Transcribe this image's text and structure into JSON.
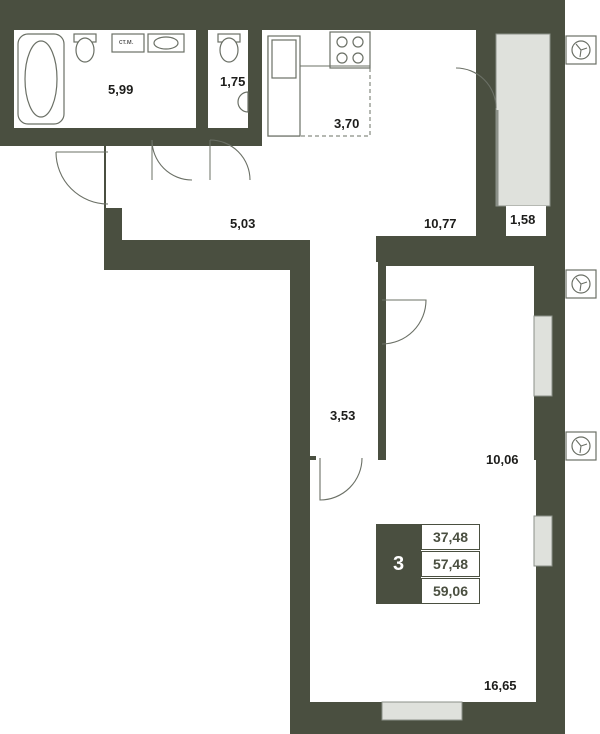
{
  "plan": {
    "areas": {
      "bathroom": "5,99",
      "toilet": "1,75",
      "kitchen": "3,70",
      "living": "10,77",
      "hall": "5,03",
      "balcony": "1,58",
      "bedroom": "10,06",
      "corridor": "3,53",
      "room_large": "16,65"
    },
    "fixture_label": "ст.м."
  },
  "badge": {
    "rooms": "3",
    "values": [
      "37,48",
      "57,48",
      "59,06"
    ]
  },
  "colors": {
    "wall": "#4a4f40",
    "window": "#dfe1dc"
  }
}
